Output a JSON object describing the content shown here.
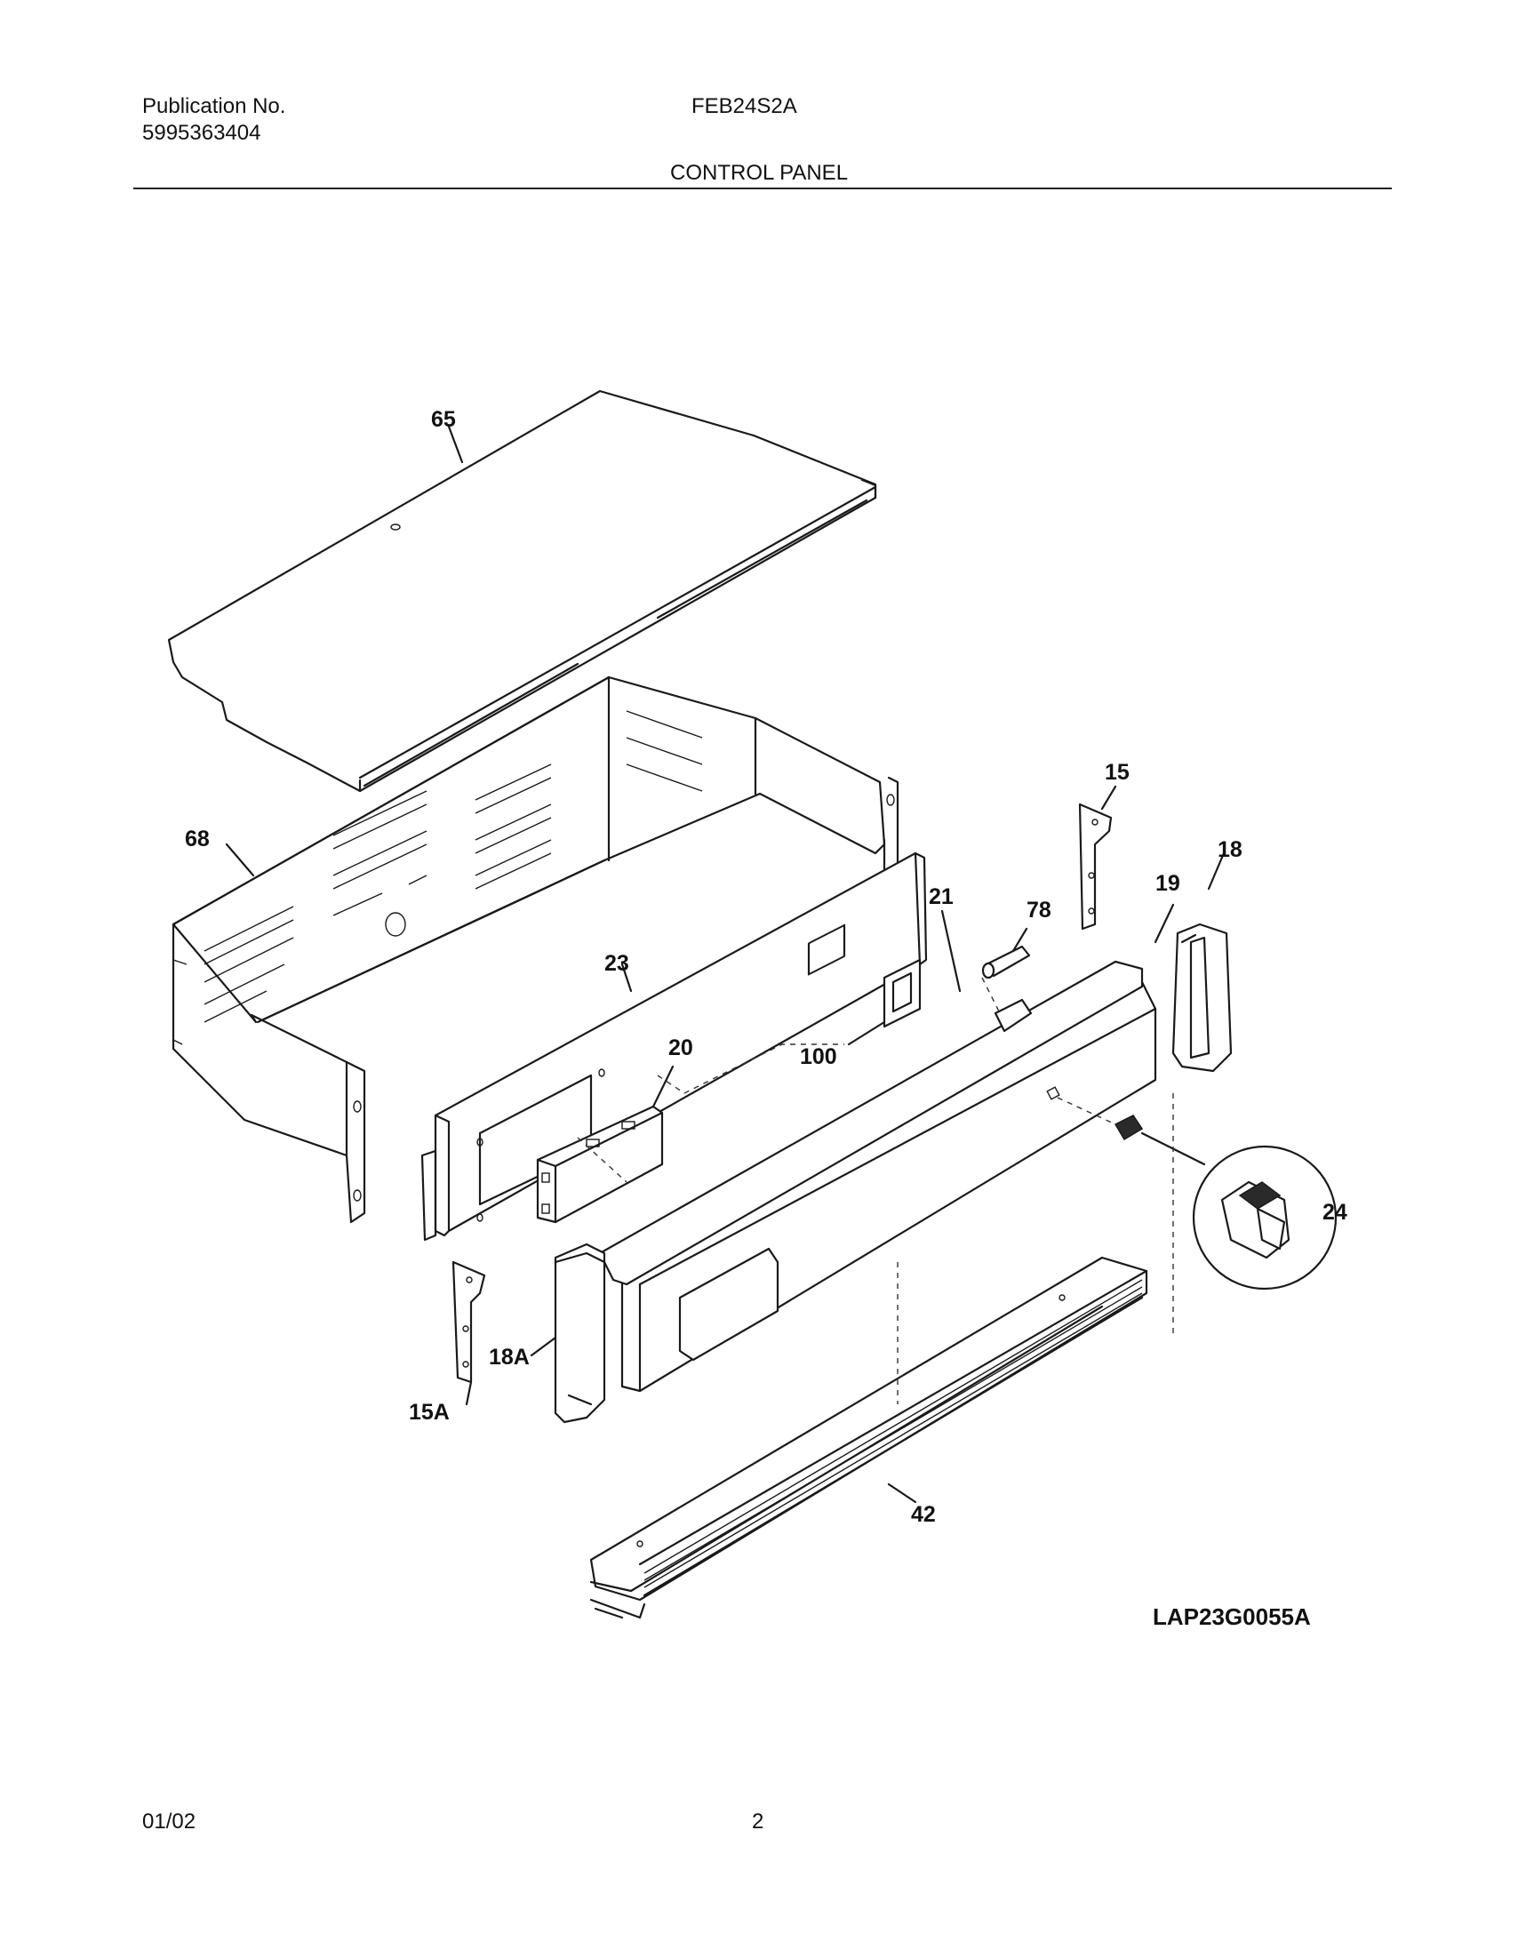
{
  "header": {
    "publication_label": "Publication No.",
    "publication_number": "5995363404",
    "model": "FEB24S2A",
    "section_title": "CONTROL PANEL"
  },
  "callouts": [
    "65",
    "68",
    "23",
    "20",
    "15",
    "18",
    "19",
    "21",
    "78",
    "100",
    "24",
    "15A",
    "18A",
    "42"
  ],
  "drawing_id": "LAP23G0055A",
  "footer": {
    "date": "01/02",
    "page": "2"
  }
}
